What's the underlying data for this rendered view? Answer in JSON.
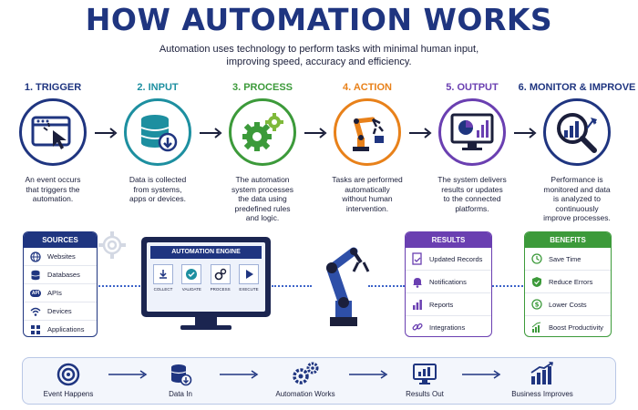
{
  "header": {
    "title": "HOW AUTOMATION WORKS",
    "subtitle_line1": "Automation uses technology to perform tasks with minimal human input,",
    "subtitle_line2": "improving speed, accuracy and efficiency."
  },
  "steps": [
    {
      "title": "1. TRIGGER",
      "color": "#1f3580",
      "desc": [
        "An event occurs",
        "that triggers the",
        "automation."
      ]
    },
    {
      "title": "2. INPUT",
      "color": "#1d8fa0",
      "desc": [
        "Data is collected",
        "from systems,",
        "apps or devices."
      ]
    },
    {
      "title": "3. PROCESS",
      "color": "#3c9a3a",
      "desc": [
        "The automation",
        "system processes",
        "the data using",
        "predefined rules",
        "and logic."
      ]
    },
    {
      "title": "4. ACTION",
      "color": "#e8811a",
      "desc": [
        "Tasks are performed",
        "automatically",
        "without human",
        "intervention."
      ]
    },
    {
      "title": "5. OUTPUT",
      "color": "#6a3fb1",
      "desc": [
        "The system delivers",
        "results or updates",
        "to the connected",
        "platforms."
      ]
    },
    {
      "title": "6. MONITOR & IMPROVE",
      "color": "#1f3580",
      "desc": [
        "Performance is",
        "monitored and data",
        "is analyzed to",
        "continuously",
        "improve processes."
      ]
    }
  ],
  "sources": {
    "title": "SOURCES",
    "items": [
      "Websites",
      "Databases",
      "APIs",
      "Devices",
      "Applications"
    ],
    "api_badge": "API"
  },
  "engine": {
    "title": "AUTOMATION ENGINE",
    "stages": [
      "COLLECT",
      "VALIDATE",
      "PROCESS",
      "EXECUTE"
    ]
  },
  "results": {
    "title": "RESULTS",
    "items": [
      "Updated Records",
      "Notifications",
      "Reports",
      "Integrations"
    ]
  },
  "benefits": {
    "title": "BENEFITS",
    "items": [
      "Save Time",
      "Reduce Errors",
      "Lower Costs",
      "Boost Productivity"
    ]
  },
  "flow": {
    "items": [
      "Event Happens",
      "Data In",
      "Automation Works",
      "Results Out",
      "Business Improves"
    ]
  },
  "colors": {
    "navy": "#1f3580",
    "teal": "#1d8fa0",
    "green": "#3c9a3a",
    "orange": "#e8811a",
    "purple": "#6a3fb1"
  }
}
